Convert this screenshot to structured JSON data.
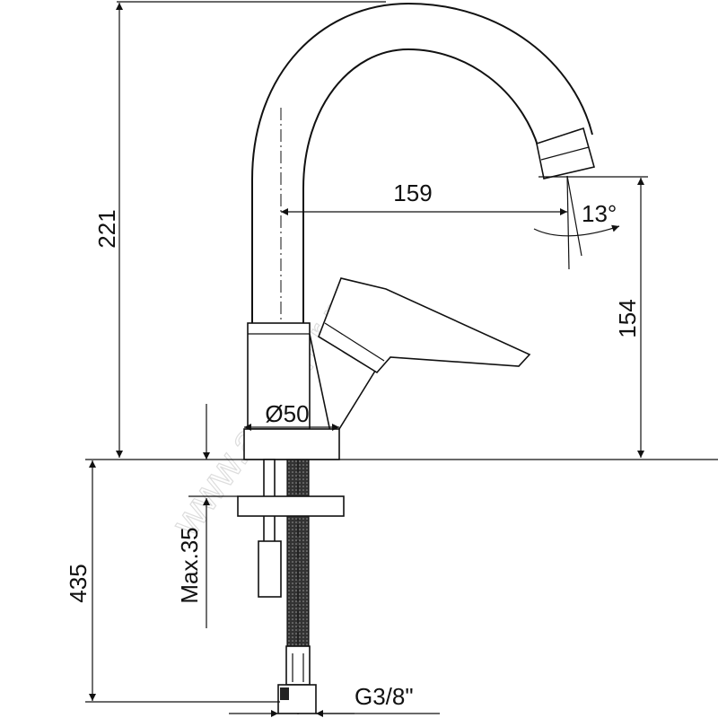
{
  "drawing": {
    "dimensions": {
      "total_height": "221",
      "spout_reach": "159",
      "spout_angle": "13°",
      "spout_height": "154",
      "base_diameter": "Ø50",
      "hose_length": "435",
      "max_counter_thickness": "Max.35",
      "connection_thread": "G3/8\""
    },
    "watermark": "www.aquamir.ru",
    "colors": {
      "line": "#111111",
      "background": "#ffffff"
    }
  }
}
